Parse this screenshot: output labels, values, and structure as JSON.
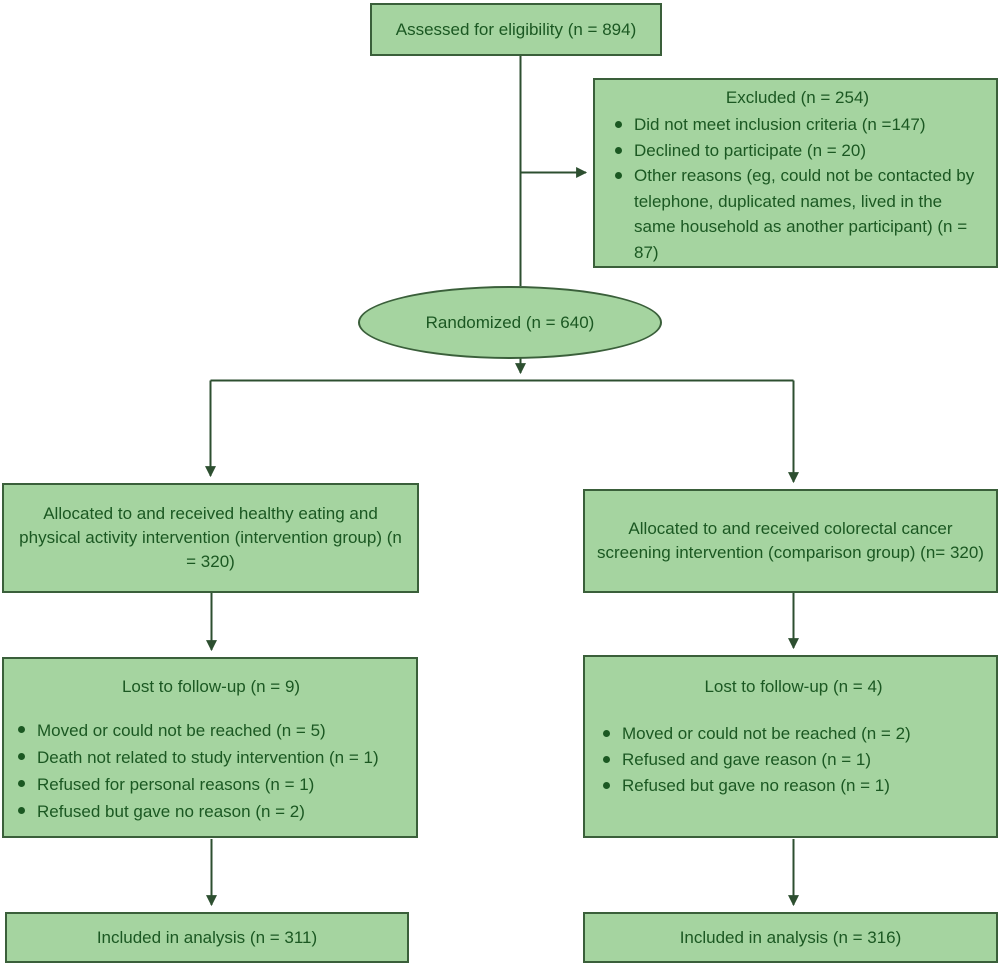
{
  "colors": {
    "fill": "#a5d4a0",
    "border": "#3a5f3a",
    "text": "#1b5822",
    "line": "#2d4f30"
  },
  "diagram": {
    "assessed": {
      "text": "Assessed for eligibility (n = 894)"
    },
    "excluded": {
      "title": "Excluded (n = 254)",
      "bullets": [
        "Did not meet inclusion criteria (n =147)",
        "Declined to participate (n = 20)",
        "Other reasons (eg, could not be contacted by telephone, duplicated names, lived in the same household as another participant) (n = 87)"
      ]
    },
    "randomized": {
      "text": "Randomized (n = 640)"
    },
    "intervention": {
      "allocation": "Allocated to and received healthy eating and physical activity intervention (intervention group) (n = 320)",
      "lost_title": "Lost to follow-up (n = 9)",
      "lost_bullets": [
        "Moved or could not be reached (n = 5)",
        "Death not related to study intervention (n = 1)",
        "Refused for personal reasons (n = 1)",
        "Refused but gave no reason (n = 2)"
      ],
      "analysis": "Included in analysis (n = 311)"
    },
    "comparison": {
      "allocation": "Allocated to and received colorectal cancer screening intervention (comparison group) (n= 320)",
      "lost_title": "Lost to follow-up (n = 4)",
      "lost_bullets": [
        "Moved or could not be reached (n = 2)",
        "Refused and gave reason (n = 1)",
        "Refused but gave no reason (n = 1)"
      ],
      "analysis": "Included in analysis (n = 316)"
    }
  }
}
